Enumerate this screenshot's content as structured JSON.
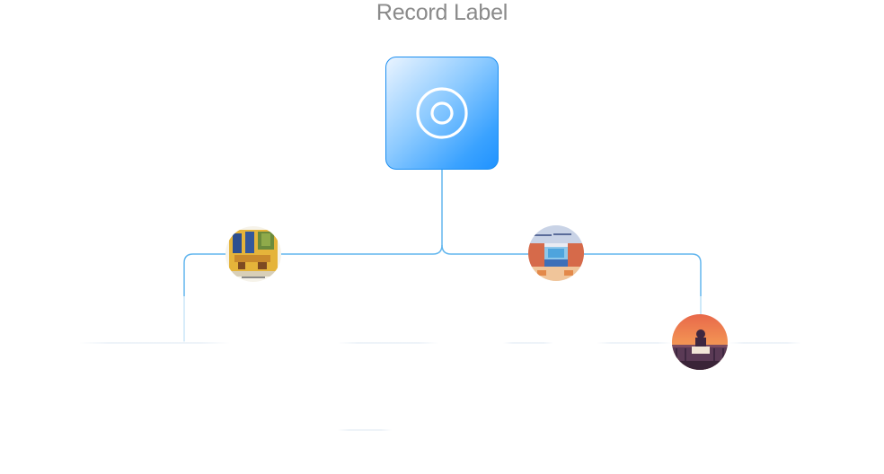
{
  "title": "Record Label",
  "root": {
    "icon": "vinyl-record-icon",
    "gradient_colors": [
      "#eaf4ff",
      "#8ccaff",
      "#1f92ff"
    ],
    "border_color": "#1c8ef0"
  },
  "connector_color": "#5eb4ee",
  "faint_connector_color": "#cfe8f8",
  "children": [
    {
      "id": "artist-1",
      "icon": "yellow-facade-album-art"
    },
    {
      "id": "artist-2",
      "icon": "train-interior-album-art"
    },
    {
      "id": "artist-3",
      "icon": "sunset-balcony-album-art"
    }
  ]
}
